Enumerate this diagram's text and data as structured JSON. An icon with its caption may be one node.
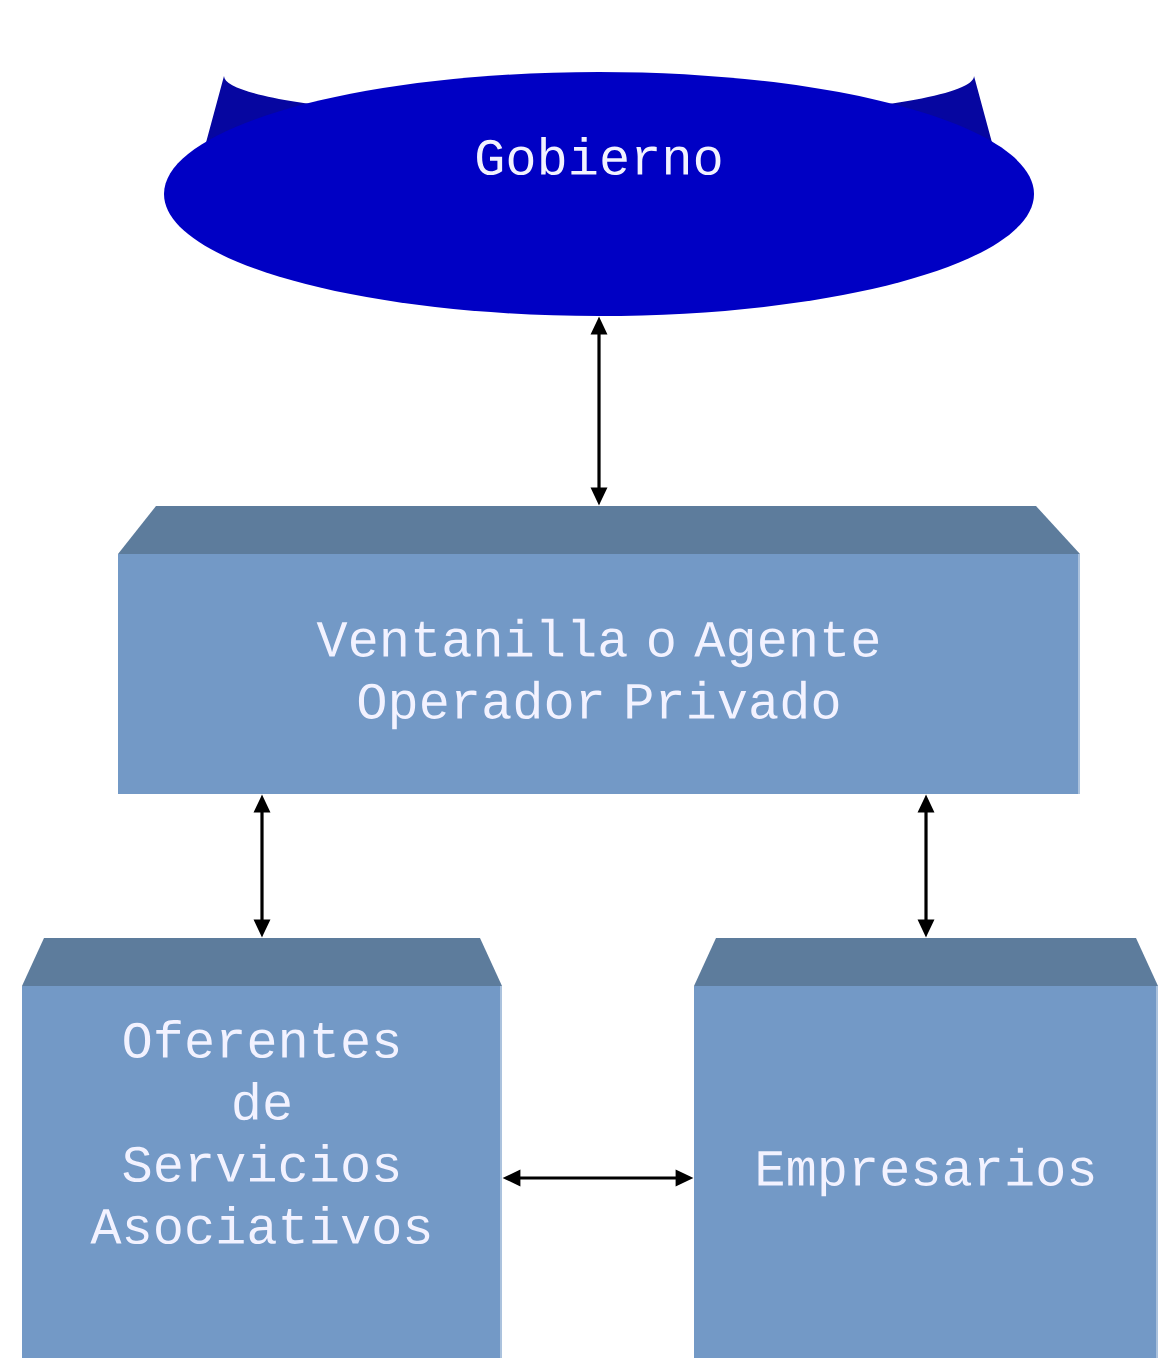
{
  "diagram": {
    "nodes": [
      {
        "text": [
          "Gobierno"
        ]
      },
      {
        "text": [
          "Ventanilla o Agente Operador Privado"
        ]
      },
      {
        "text": [
          "Oferentes de Servicios Asociativos"
        ]
      },
      {
        "text": [
          "Empresarios"
        ]
      }
    ],
    "edges": [
      {
        "from": 0,
        "to": 1,
        "arrow": "both"
      },
      {
        "from": 1,
        "to": 2,
        "arrow": "both"
      },
      {
        "from": 1,
        "to": 3,
        "arrow": "both"
      },
      {
        "from": 2,
        "to": 3,
        "arrow": "both"
      }
    ]
  }
}
